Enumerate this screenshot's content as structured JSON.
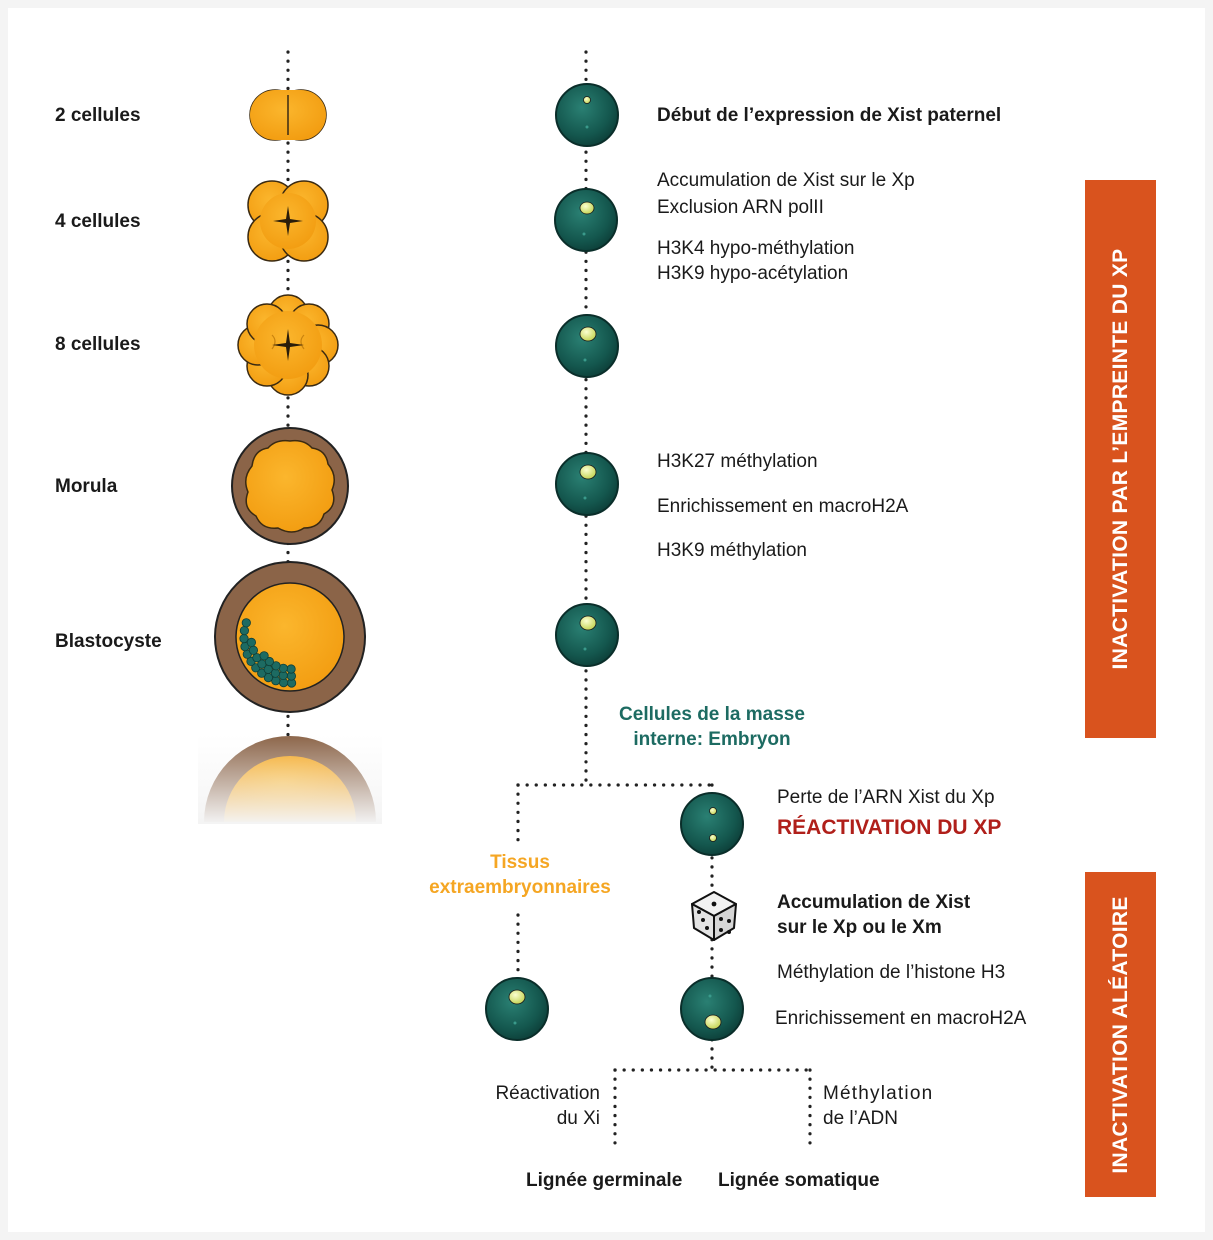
{
  "stages": [
    {
      "label": "2 cellules"
    },
    {
      "label": "4 cellules"
    },
    {
      "label": "8 cellules"
    },
    {
      "label": "Morula"
    },
    {
      "label": "Blastocyste"
    }
  ],
  "events": {
    "debut": "Début de l’expression de Xist paternel",
    "accumulation": "Accumulation de Xist sur le Xp",
    "exclusion": "Exclusion ARN polII",
    "h3k4": "H3K4 hypo-méthylation",
    "h3k9_acet": "H3K9 hypo-acétylation",
    "h3k27": "H3K27 méthylation",
    "macroh2a": "Enrichissement en macroH2A",
    "h3k9_meth": "H3K9 méthylation"
  },
  "inner_mass": {
    "line1": "Cellules de la masse",
    "line2": "interne: Embryon"
  },
  "extraembryonic": {
    "line1": "Tissus",
    "line2": "extraembryonnaires"
  },
  "reactivation": {
    "loss": "Perte de l’ARN Xist du Xp",
    "title": "RÉACTIVATION DU XP"
  },
  "random": {
    "accum_line1": "Accumulation de Xist",
    "accum_line2": "sur le Xp ou le Xm",
    "histone": "Méthylation de l’histone H3",
    "macroh2a": "Enrichissement en macroH2A"
  },
  "germline": {
    "line1": "Réactivation",
    "line2": "du Xi",
    "title": "Lignée germinale"
  },
  "somatic": {
    "line1": "Méthylation",
    "line2": "de l’ADN",
    "title": "Lignée somatique"
  },
  "banners": {
    "imprinted": "INACTIVATION PAR L’EMPREINTE DU XP",
    "random": "INACTIVATION ALÉATOIRE"
  },
  "colors": {
    "embryo": "#f7a51c",
    "embryo_outline": "#3a2a12",
    "zona": "#8b6448",
    "nucleus": "#14574e",
    "xist": "#e2ec8c",
    "banner": "#d9531e",
    "teal_text": "#1d6b62",
    "orange_text": "#f5a623",
    "red_text": "#b01f1a"
  }
}
